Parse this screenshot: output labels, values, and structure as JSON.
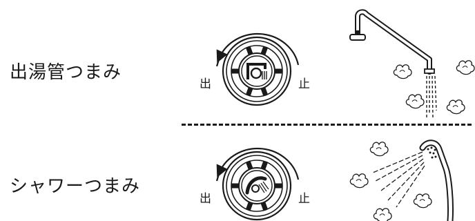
{
  "rows": [
    {
      "label": "出湯管つまみ",
      "open_label": "出",
      "close_label": "止",
      "knob_icon": "spout-icon",
      "illustration": "spout-with-steam"
    },
    {
      "label": "シャワーつまみ",
      "open_label": "出",
      "close_label": "止",
      "knob_icon": "shower-icon",
      "illustration": "shower-head-with-steam"
    }
  ],
  "colors": {
    "ink": "#1a1a1a",
    "background": "#ffffff"
  }
}
